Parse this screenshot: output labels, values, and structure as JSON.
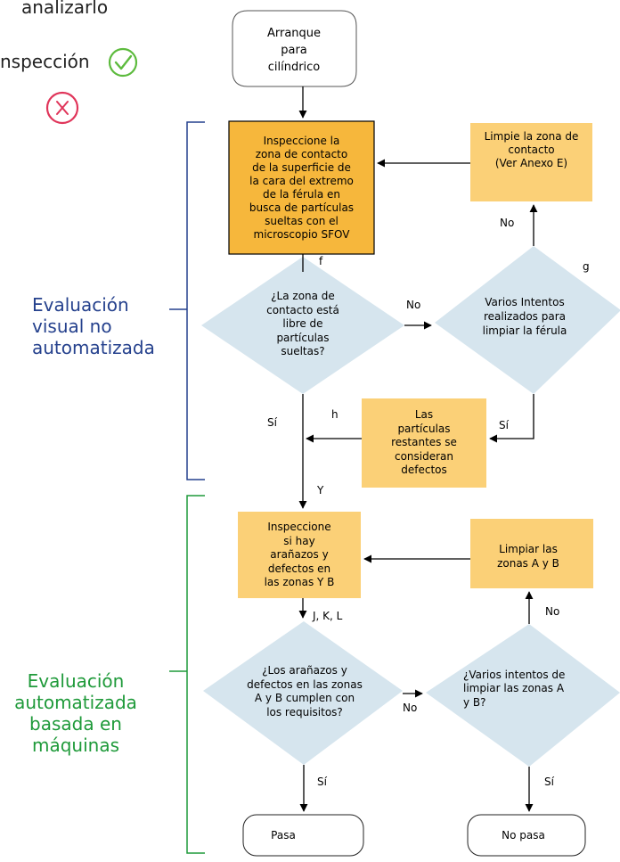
{
  "top_partial": {
    "line1": "analizarlo",
    "line2": "nspección"
  },
  "colors": {
    "orange_box": "#fbd077",
    "orange_box_highlight": "#f6b73c",
    "decision_fill": "#d6e5ee",
    "pass_icon": "#5dbb3e",
    "fail_icon": "#e0355a",
    "blue_text": "#25418d",
    "green_text": "#1f9a3a",
    "bracket_blue": "#25418d",
    "bracket_green": "#1f9a3a"
  },
  "sections": {
    "manual": "Evaluación\nvisual no\nautomatizada",
    "automated": "Evaluación\nautomatizada\nbasada en\nmáquinas"
  },
  "nodes": {
    "start": "Arranque\npara\ncilíndrico",
    "inspect_contact": "Inspeccione la\nzona de contacto\nde la superficie de\nla cara del extremo\nde la férula en\nbusca de partículas\nsueltas con el\nmicroscopio SFOV",
    "clean_contact": "Limpie la zona de\ncontacto\n(Ver Anexo E)",
    "decision_free": "¿La zona de\ncontacto está\nlibre de\npartículas\nsueltas?",
    "decision_attempts": "Varios Intentos\nrealizados para\nlimpiar la férula",
    "remaining_defects": "Las\npartículas\nrestantes se\nconsideran\ndefectos",
    "inspect_scratches": "Inspeccione\nsi hay\narañazos y\ndefectos en\nlas zonas Y B",
    "clean_zones": "Limpiar las\nzonas A y B",
    "decision_requirements": "¿Los arañazos y\ndefectos en las zonas\nA y B cumplen con\nlos requisitos?",
    "decision_attempts_zones": "¿Varios intentos de\nlimpiar las zonas A\ny B?",
    "pass": "Pasa",
    "no_pass": "No pasa"
  },
  "edge_labels": {
    "f": "f",
    "g": "g",
    "h": "h",
    "no1": "No",
    "no2": "No",
    "si1": "Sí",
    "si2": "Sí",
    "y": "Y",
    "jkl": "J, K, L",
    "no3": "No",
    "no4": "No",
    "si3": "Sí",
    "si4": "Sí"
  }
}
